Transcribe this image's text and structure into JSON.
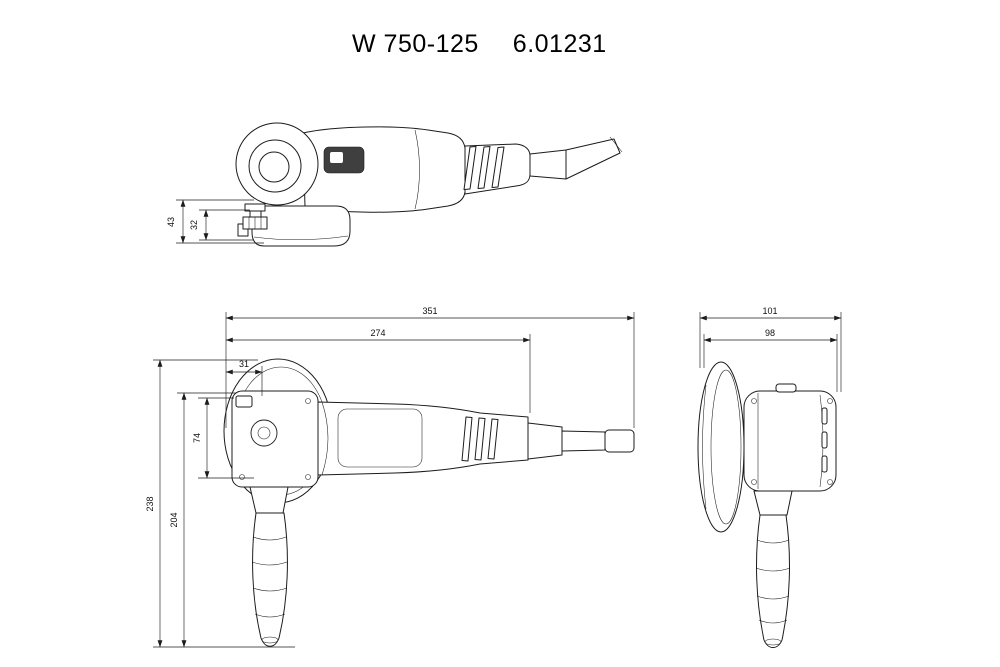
{
  "page": {
    "background": "#ffffff",
    "line_color": "#1c1c1c"
  },
  "title": {
    "model": "W 750-125",
    "article": "6.01231"
  },
  "dims": {
    "side_view": {
      "guard_offset": "43",
      "flange_offset": "32"
    },
    "top_view": {
      "total_length": "351",
      "body_length": "274",
      "head_offset": "31",
      "head_width": "74",
      "overall_height": "238",
      "handle_height": "204"
    },
    "front_view": {
      "overall_width": "101",
      "body_width": "98"
    }
  }
}
